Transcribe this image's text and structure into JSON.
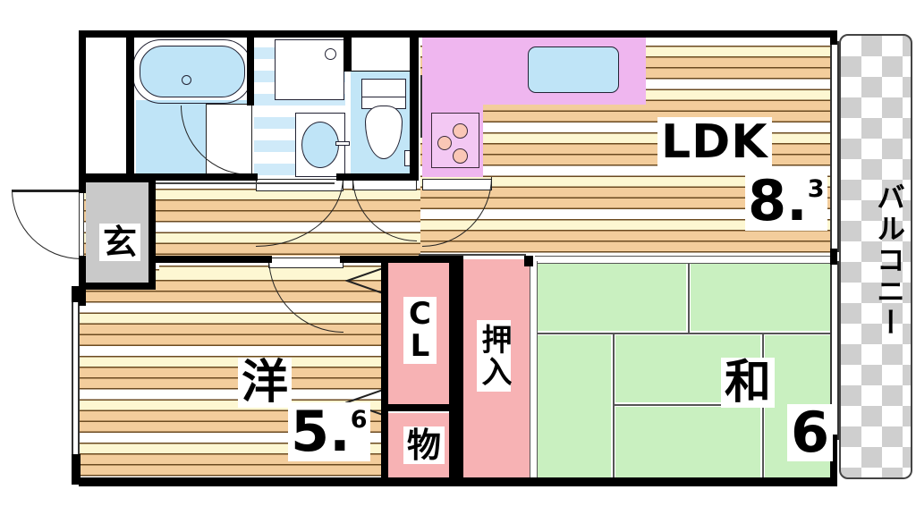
{
  "plan": {
    "type": "japanese-apartment-floor-plan",
    "layout_code": "2LDK",
    "rooms": [
      {
        "key": "ldk",
        "label": "LDK",
        "size_value": "8",
        "size_frac": "3",
        "unit": "jo",
        "floor": "wood"
      },
      {
        "key": "washitsu",
        "label": "和",
        "size_value": "6",
        "size_frac": "",
        "unit": "jo",
        "floor": "tatami"
      },
      {
        "key": "yoshitsu",
        "label": "洋",
        "size_value": "5",
        "size_frac": "6",
        "unit": "jo",
        "floor": "wood"
      },
      {
        "key": "genkan",
        "label": "玄",
        "size_value": "",
        "size_frac": "",
        "unit": "",
        "floor": "tile"
      },
      {
        "key": "balcony",
        "label": "バルコニー",
        "size_value": "",
        "size_frac": "",
        "unit": "",
        "floor": "tile"
      }
    ],
    "storage": [
      {
        "key": "closet",
        "label_line1": "C",
        "label_line2": "L"
      },
      {
        "key": "mono",
        "label": "物"
      },
      {
        "key": "oshiire",
        "label": "押入"
      }
    ],
    "labels": {
      "ldk": "LDK",
      "ldk_size": "8",
      "ldk_size_dot": ".",
      "ldk_size_frac": "3",
      "washitsu": "和",
      "washitsu_size": "6",
      "yoshitsu": "洋",
      "yoshitsu_size": "5",
      "yoshitsu_size_dot": ".",
      "yoshitsu_size_frac": "6",
      "genkan": "玄",
      "balcony": "バルコニー",
      "closet_l1": "C",
      "closet_l2": "L",
      "mono": "物",
      "oshiire": "押入"
    },
    "fixtures": [
      {
        "name": "bathtub",
        "room": "bathroom"
      },
      {
        "name": "washing-machine-pan",
        "room": "washroom"
      },
      {
        "name": "vanity-sink",
        "room": "washroom"
      },
      {
        "name": "toilet",
        "room": "toilet"
      },
      {
        "name": "kitchen-sink",
        "room": "kitchen"
      },
      {
        "name": "gas-stove-3-burner",
        "room": "kitchen"
      }
    ],
    "colors": {
      "wall": "#000000",
      "wood_light": "#fdf7d2",
      "wood_tan": "#f3cd9c",
      "tatami_green": "#c9f0c0",
      "kitchen_violet": "#efb6ef",
      "closet_pink": "#f7b2b4",
      "wet_blue": "#c2e6f7",
      "genkan_gray": "#c9c9c9",
      "balcony_gray": "#cfcfcf"
    }
  }
}
